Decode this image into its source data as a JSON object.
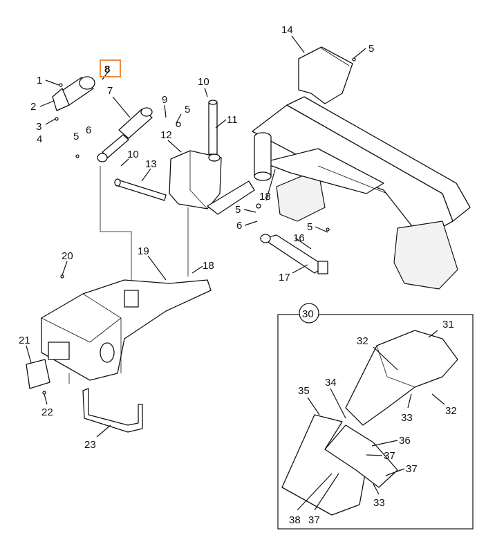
{
  "callouts": {
    "c1": "1",
    "c2": "2",
    "c3": "3",
    "c4": "4",
    "c5a": "5",
    "c5b": "5",
    "c5c": "5",
    "c5d": "5",
    "c5e": "5",
    "c6a": "6",
    "c6b": "6",
    "c7": "7",
    "c8": "8",
    "c9": "9",
    "c10a": "10",
    "c10b": "10",
    "c11": "11",
    "c12": "12",
    "c13": "13",
    "c14": "14",
    "c16": "16",
    "c17": "17",
    "c18a": "18",
    "c18b": "18",
    "c19": "19",
    "c20": "20",
    "c21": "21",
    "c22": "22",
    "c23": "23",
    "c30": "30",
    "c31": "31",
    "c32a": "32",
    "c32b": "32",
    "c33a": "33",
    "c33b": "33",
    "c34": "34",
    "c35": "35",
    "c36": "36",
    "c37a": "37",
    "c37b": "37",
    "c37c": "37",
    "c38": "38"
  },
  "highlight": {
    "color": "#f08a3c"
  }
}
